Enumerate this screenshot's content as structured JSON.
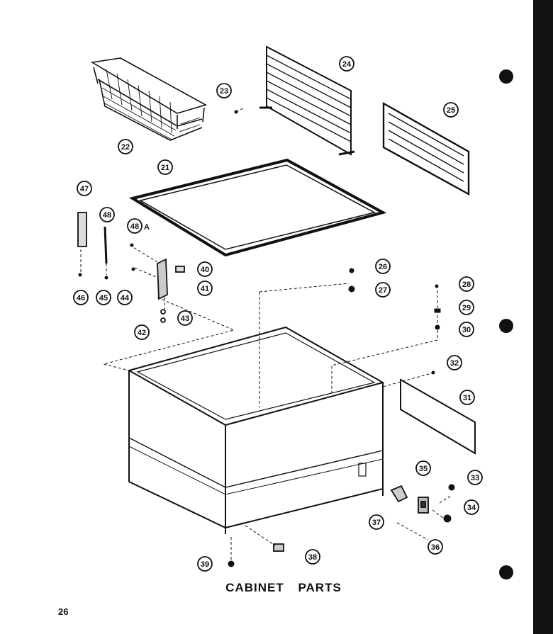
{
  "title": "CABINET PARTS",
  "page_number": "26",
  "callouts": {
    "c21": "21",
    "c22": "22",
    "c23": "23",
    "c24": "24",
    "c25": "25",
    "c26": "26",
    "c27": "27",
    "c28": "28",
    "c29": "29",
    "c30": "30",
    "c31": "31",
    "c32": "32",
    "c33": "33",
    "c34": "34",
    "c35": "35",
    "c36": "36",
    "c37": "37",
    "c38": "38",
    "c39": "39",
    "c40": "40",
    "c41": "41",
    "c42": "42",
    "c43": "43",
    "c44": "44",
    "c45": "45",
    "c46": "46",
    "c47": "47",
    "c48": "48",
    "c48a": "48",
    "c48a_suffix": "A"
  },
  "colors": {
    "ink": "#111111",
    "paper": "#ffffff"
  }
}
